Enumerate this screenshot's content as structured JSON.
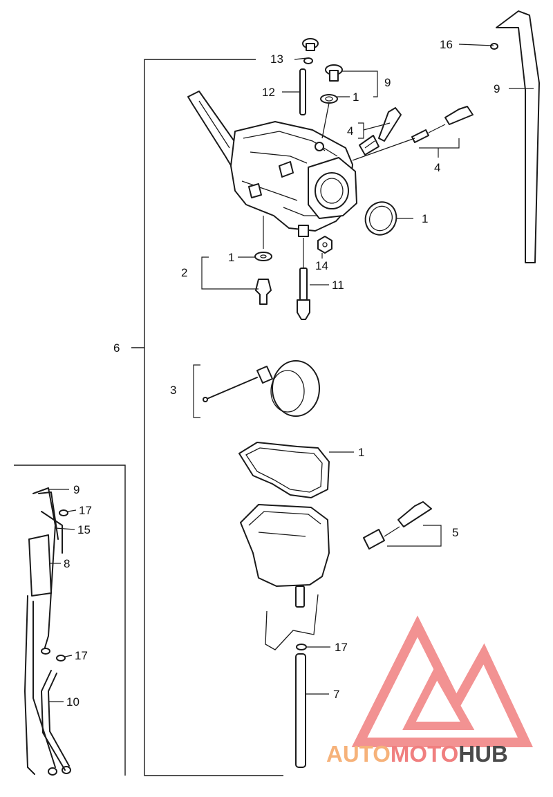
{
  "callouts": {
    "c1_a": "1",
    "c1_b": "1",
    "c1_c": "1",
    "c1_d": "1",
    "c2": "2",
    "c3": "3",
    "c4_a": "4",
    "c4_b": "4",
    "c5": "5",
    "c6": "6",
    "c7": "7",
    "c8": "8",
    "c9_a": "9",
    "c9_b": "9",
    "c9_c": "9",
    "c10": "10",
    "c11": "11",
    "c12": "12",
    "c13": "13",
    "c14": "14",
    "c15": "15",
    "c16": "16",
    "c17_a": "17",
    "c17_b": "17"
  },
  "watermark": {
    "word1": "AUTO",
    "word2": "MOTO",
    "word3": "HUB",
    "color_orange": "#f6b27a",
    "color_red": "#f07f7f",
    "color_gray": "#4a4a4a"
  }
}
